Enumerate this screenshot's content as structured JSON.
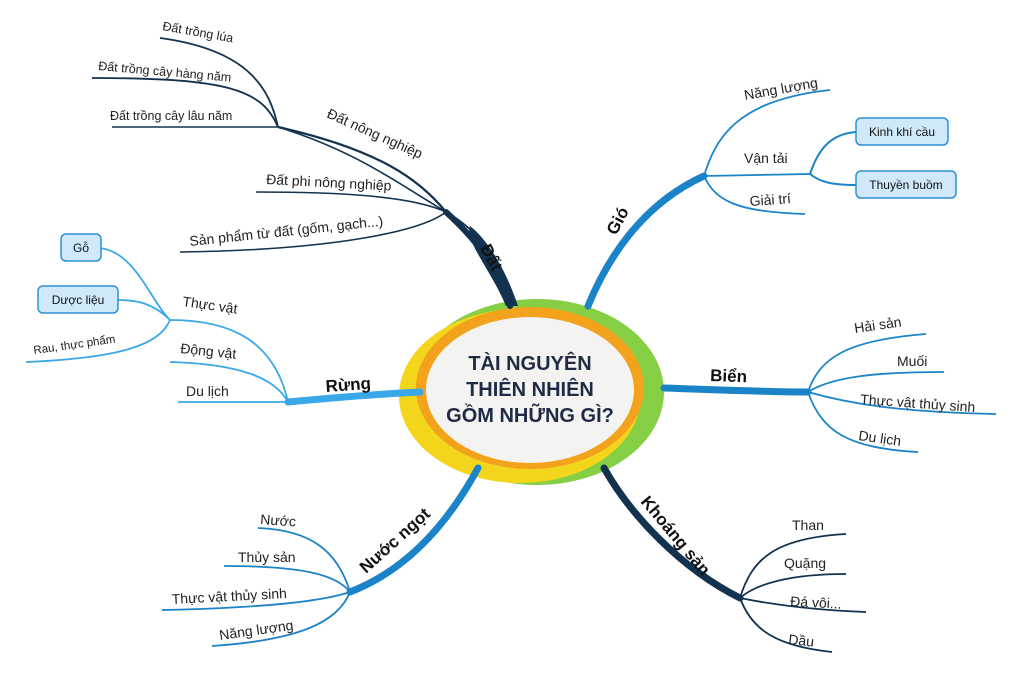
{
  "center": {
    "lines": [
      "TÀI NGUYÊN",
      "THIÊN NHIÊN",
      "GỒM NHỮNG GÌ?"
    ]
  },
  "branches": {
    "dat": {
      "label": "Đất",
      "sub": {
        "nong_nghiep": {
          "label": "Đất nông nghiệp",
          "items": [
            "Đất trồng lúa",
            "Đất trồng cây hàng năm",
            "Đất trồng cây lâu năm"
          ]
        },
        "phi_nong_nghiep": "Đất phi nông nghiệp",
        "san_pham": "Sản phẩm từ đất (gốm, gạch...)"
      }
    },
    "gio": {
      "label": "Gió",
      "items": {
        "nang_luong": "Năng lượng",
        "van_tai": "Vận tải",
        "giai_tri": "Giải trí"
      },
      "van_tai_items": [
        "Kinh khí cầu",
        "Thuyền buồm"
      ]
    },
    "rung": {
      "label": "Rừng",
      "items": {
        "thuc_vat": "Thực vật",
        "dong_vat": "Động vật",
        "du_lich": "Du lịch"
      },
      "thuc_vat_items": [
        "Gỗ",
        "Dược liệu",
        "Rau, thực phẩm"
      ]
    },
    "bien": {
      "label": "Biển",
      "items": [
        "Hải sản",
        "Muối",
        "Thực vật thủy sinh",
        "Du lịch"
      ]
    },
    "nuoc_ngot": {
      "label": "Nước ngọt",
      "items": [
        "Nước",
        "Thủy sản",
        "Thực vật thủy sinh",
        "Năng lượng"
      ]
    },
    "khoang_san": {
      "label": "Khoáng sản",
      "items": [
        "Than",
        "Quặng",
        "Đá vôi...",
        "Dầu"
      ]
    }
  },
  "colors": {
    "dark_navy": "#12324f",
    "blue": "#1b84c8",
    "light_blue": "#39a8e8",
    "green": "#86cf45",
    "orange": "#f3a21c",
    "yellow": "#f3d51c"
  }
}
